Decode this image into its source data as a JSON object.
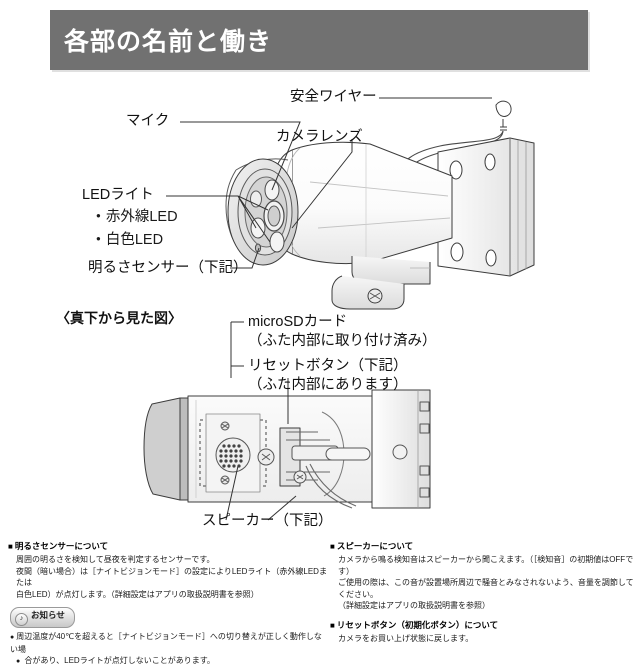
{
  "header": {
    "title": "各部の名前と働き",
    "bar_color": "#717171",
    "text_color": "#ffffff"
  },
  "figure_top": {
    "caption": "",
    "labels": {
      "mic": "マイク",
      "camera_lens": "カメラレンズ",
      "safety_wire": "安全ワイヤー",
      "led_light": "LEDライト",
      "led_bullet_ir": "赤外線LED",
      "led_bullet_white": "白色LED",
      "brightness_sensor": "明るさセンサー（下記）"
    }
  },
  "figure_bottom": {
    "caption": "〈真下から見た図〉",
    "labels": {
      "microsd": "microSDカード",
      "microsd_note": "（ふた内部に取り付け済み）",
      "reset_button": "リセットボタン（下記）",
      "reset_button_note": "（ふた内部にあります）",
      "speaker": "スピーカー（下記）"
    }
  },
  "footnotes": {
    "left": {
      "section1": {
        "heading": "明るさセンサーについて",
        "lines": [
          "周囲の明るさを検知して昼夜を判定するセンサーです。",
          "夜間（暗い場合）は［ナイトビジョンモード］の設定によりLEDライト（赤外線LEDまたは",
          "白色LED）が点灯します。（詳細設定はアプリの取扱説明書を参照）"
        ]
      },
      "notice": {
        "badge_label": "お知らせ",
        "badge_icon": "bell-icon",
        "lines": [
          "周辺温度が40℃を超えると［ナイトビジョンモード］への切り替えが正しく動作しない場",
          "合があり、LEDライトが点灯しないことがあります。"
        ]
      }
    },
    "right": {
      "section1": {
        "heading": "スピーカーについて",
        "lines": [
          "カメラから鳴る検知音はスピーカーから聞こえます。（［検知音］の初期値はOFFです）",
          "ご使用の際は、この音が設置場所周辺で騒音とみなされないよう、音量を調節してください。",
          "（詳細設定はアプリの取扱説明書を参照）"
        ]
      },
      "section2": {
        "heading": "リセットボタン（初期化ボタン）について",
        "lines": [
          "カメラをお買い上げ状態に戻します。"
        ]
      }
    }
  }
}
